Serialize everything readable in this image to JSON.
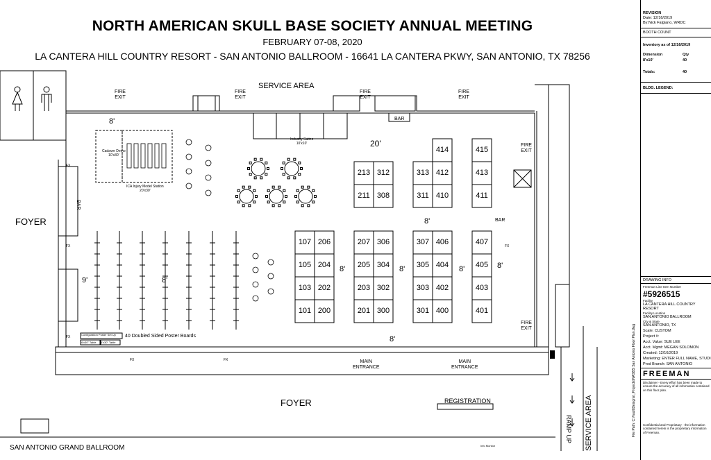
{
  "header": {
    "title": "NORTH AMERICAN SKULL BASE SOCIETY ANNUAL MEETING",
    "dates": "FEBRUARY 07-08, 2020",
    "venue": "LA CANTERA HILL COUNTRY RESORT - SAN ANTONIO BALLROOM - 16641 LA CANTERA PKWY, SAN ANTONIO, TX 78256"
  },
  "labels": {
    "service_area": "SERVICE AREA",
    "foyer_left": "FOYER",
    "foyer_bottom": "FOYER",
    "registration": "REGISTRATION",
    "grand_ballroom": "SAN ANTONIO GRAND BALLROOM",
    "ramp_up": "RAMP UP",
    "service_area_right": "SERVICE AREA",
    "fire_exit_1": "FIRE",
    "fire_exit_2": "EXIT",
    "bar": "BAR",
    "main_1": "MAIN",
    "entrance": "ENTRANCE",
    "fx": "FX",
    "industry_suites": "Industry Suites",
    "industry_suites_size": "10'x10'",
    "cadaver_demo": "Cadaver Demo",
    "cadaver_size": "10'x30'",
    "model_station": "ICA Injury Model Station",
    "model_size": "20'x30'",
    "posters": "40 Doubled Sided Poster Boards",
    "poster_table_1": "Configuration Poster Set Up",
    "poster_table_2": "6'x30\" Table",
    "poster_table_3": "6'x30\" Table",
    "aisle_8": "8'",
    "aisle_9": "9'",
    "aisle_20": "20'",
    "monitor": "Info Monitor"
  },
  "booths": {
    "b107": "107",
    "b206": "206",
    "b105": "105",
    "b204": "204",
    "b103": "103",
    "b202": "202",
    "b101": "101",
    "b200": "200",
    "b207": "207",
    "b306": "306",
    "b205": "205",
    "b304": "304",
    "b203": "203",
    "b302": "302",
    "b201": "201",
    "b300": "300",
    "b307": "307",
    "b406": "406",
    "b305": "305",
    "b404": "404",
    "b303": "303",
    "b402": "402",
    "b301": "301",
    "b400": "400",
    "b407": "407",
    "b405": "405",
    "b403": "403",
    "b401": "401",
    "b213": "213",
    "b312": "312",
    "b211": "211",
    "b308": "308",
    "b313": "313",
    "b412": "412",
    "b311": "311",
    "b410": "410",
    "b414": "414",
    "b415": "415",
    "b413": "413",
    "b411": "411"
  },
  "sidebar": {
    "revision": "REVISION",
    "rev_date": "Date: 12/16/2019",
    "rev_by": "By:Nick Falgiano, WRDC",
    "booth_count": "BOOTH COUNT",
    "inventory": "Inventory as of 12/16/2019",
    "dimension_h": "Dimension",
    "qty_h": "Qty",
    "dimension": "8'x10'",
    "qty": "40",
    "totals_label": "Totals:",
    "totals": "40",
    "bldg_legend": "BLDG. LEGEND:",
    "drawing_info": "DRAWING INFO",
    "freeman_project": "Freeman Line Item Number",
    "project_number": "#5926515",
    "facility_label": "Facility",
    "facility": "LA CANTERA HILL COUNTRY RESORT",
    "facility_location_label": "Facility Location",
    "facility_location": "SAN ANTONIO BALLROOM",
    "city_label": "City & State",
    "city": "SAN ANTONIO, TX",
    "scale": "Scale: CUSTOM",
    "project_label": "Project #:",
    "acct_rep": "Acct. Value: SUE LEE",
    "acct_mgr": "Acct. Mgmt: MEGAN SOLOMON",
    "created": "Created: 12/16/2019",
    "markings": "Marketing: ENTER FULL NAME, STUDIO",
    "prod": "Prod Branch: SAN ANTONIO",
    "freeman": "FREEMAN",
    "disclaimer": "Disclaimer - Every effort has been made to ensure the accuracy of all information contained on this floor plan.",
    "confidential": "Confidential and Proprietary - the information contained herein is the proprietary information of Freeman.",
    "filepath": "File Path: C:\\Vault\\Designs\\_Projects\\NASBS San Antonio Floor Plan.dwg"
  },
  "colors": {
    "line": "#000000",
    "background": "#ffffff"
  }
}
